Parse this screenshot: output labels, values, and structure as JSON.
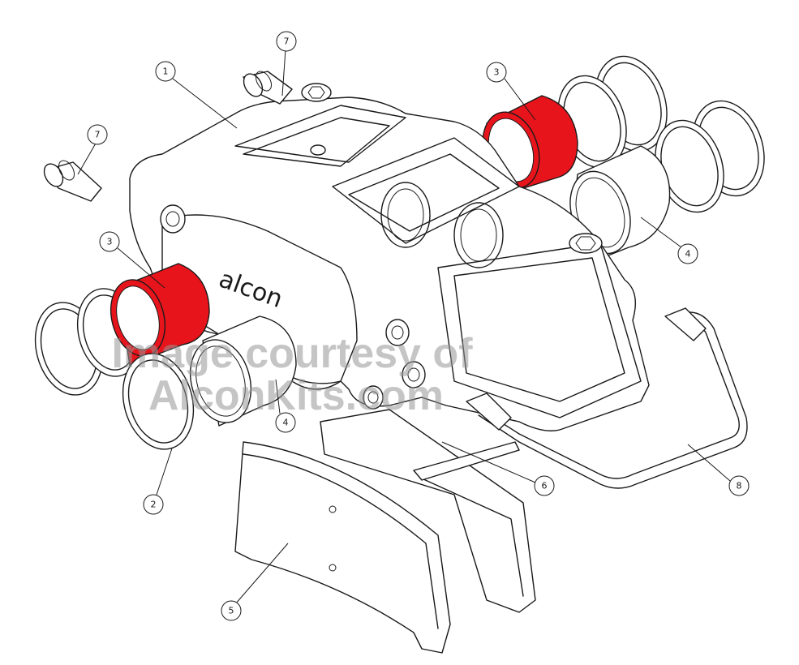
{
  "diagram": {
    "brand_mark": "alcon",
    "watermark": {
      "line1": "Image courtesy of",
      "line2": "AlconKits.com"
    },
    "colors": {
      "highlight": "#e8141b",
      "line": "#1a1a1a",
      "background": "#ffffff",
      "watermark": "#969696"
    },
    "callouts": [
      {
        "id": "c1",
        "label": "1"
      },
      {
        "id": "c2",
        "label": "2"
      },
      {
        "id": "c3a",
        "label": "3"
      },
      {
        "id": "c3b",
        "label": "3"
      },
      {
        "id": "c4a",
        "label": "4"
      },
      {
        "id": "c4b",
        "label": "4"
      },
      {
        "id": "c5",
        "label": "5"
      },
      {
        "id": "c6",
        "label": "6"
      },
      {
        "id": "c7a",
        "label": "7"
      },
      {
        "id": "c7b",
        "label": "7"
      },
      {
        "id": "c8",
        "label": "8"
      }
    ]
  }
}
